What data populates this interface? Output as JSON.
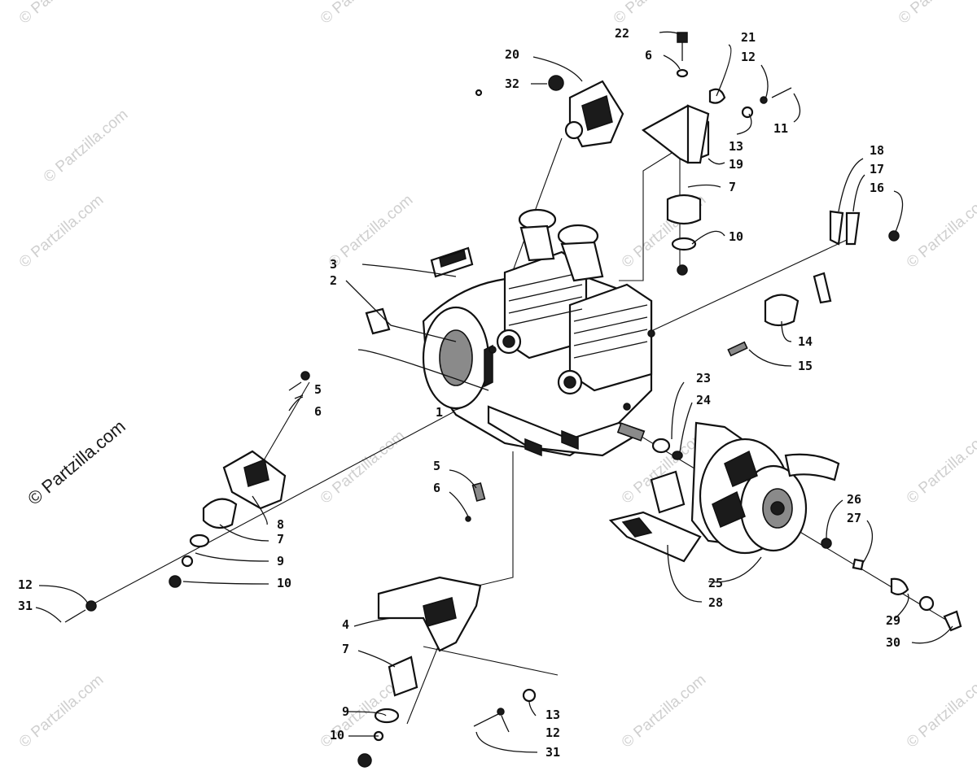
{
  "watermark": {
    "text": "© Partzilla.com",
    "featured_text": "© Partzilla.com"
  },
  "callouts": {
    "c1": "1",
    "c2": "2",
    "c3": "3",
    "c4": "4",
    "c5a": "5",
    "c5b": "5",
    "c6a": "6",
    "c6b": "6",
    "c6c": "6",
    "c7a": "7",
    "c7b": "7",
    "c7c": "7",
    "c8": "8",
    "c9a": "9",
    "c9b": "9",
    "c10a": "10",
    "c10b": "10",
    "c10c": "10",
    "c11": "11",
    "c12a": "12",
    "c12b": "12",
    "c12c": "12",
    "c13a": "13",
    "c13b": "13",
    "c14": "14",
    "c15": "15",
    "c16": "16",
    "c17": "17",
    "c18": "18",
    "c19": "19",
    "c20": "20",
    "c21": "21",
    "c22": "22",
    "c23": "23",
    "c24": "24",
    "c25": "25",
    "c26": "26",
    "c27": "27",
    "c28": "28",
    "c29": "29",
    "c30": "30",
    "c31a": "31",
    "c31b": "31",
    "c32": "32"
  }
}
